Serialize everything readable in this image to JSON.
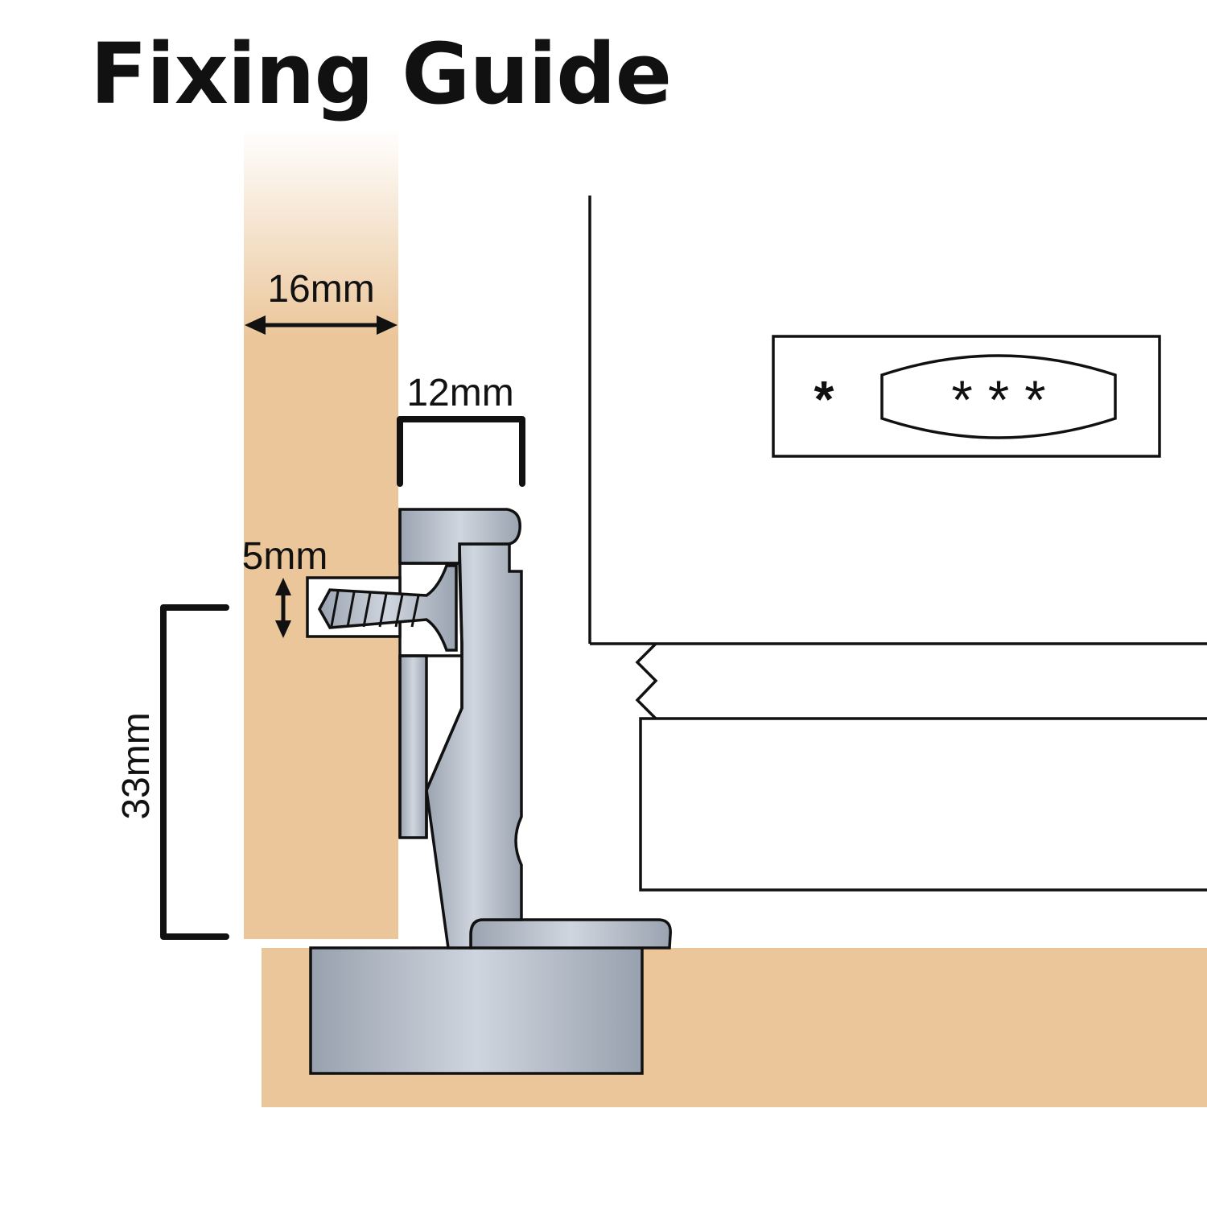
{
  "title": "Fixing Guide",
  "dimensions": {
    "panel_thickness": "16mm",
    "hinge_width": "12mm",
    "screw_diameter": "5mm",
    "edge_distance": "33mm"
  },
  "badge": {
    "left_mark": "*",
    "center_marks": "* * *"
  },
  "colors": {
    "wood": "#EBC69A",
    "metal_light": "#CDD3DC",
    "metal_dark": "#97A0AD",
    "line": "#111111"
  }
}
